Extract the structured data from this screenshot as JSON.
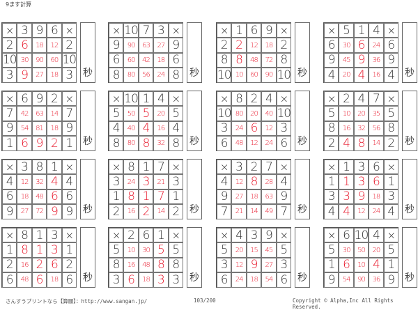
{
  "title": "9ます計算",
  "seconds_label": "秒",
  "times_symbol": "×",
  "colors": {
    "answer": "#e8192c",
    "text": "#333333"
  },
  "blocks": [
    {
      "top": [
        "3",
        "9",
        "6"
      ],
      "left": [
        "2",
        "10",
        "3"
      ],
      "answers": [
        [
          "6",
          "18",
          "12"
        ],
        [
          "30",
          "90",
          "60"
        ],
        [
          "9",
          "27",
          "18"
        ]
      ]
    },
    {
      "top": [
        "10",
        "7",
        "3"
      ],
      "left": [
        "9",
        "6",
        "8"
      ],
      "answers": [
        [
          "90",
          "63",
          "27"
        ],
        [
          "60",
          "42",
          "18"
        ],
        [
          "80",
          "56",
          "24"
        ]
      ]
    },
    {
      "top": [
        "1",
        "6",
        "9"
      ],
      "left": [
        "2",
        "8",
        "10"
      ],
      "answers": [
        [
          "2",
          "12",
          "18"
        ],
        [
          "8",
          "48",
          "72"
        ],
        [
          "10",
          "60",
          "90"
        ]
      ]
    },
    {
      "top": [
        "5",
        "1",
        "4"
      ],
      "left": [
        "6",
        "9",
        "4"
      ],
      "answers": [
        [
          "30",
          "6",
          "24"
        ],
        [
          "45",
          "9",
          "36"
        ],
        [
          "20",
          "4",
          "16"
        ]
      ]
    },
    {
      "top": [
        "6",
        "9",
        "2"
      ],
      "left": [
        "7",
        "9",
        "1"
      ],
      "answers": [
        [
          "42",
          "63",
          "14"
        ],
        [
          "54",
          "81",
          "18"
        ],
        [
          "6",
          "9",
          "2"
        ]
      ]
    },
    {
      "top": [
        "10",
        "1",
        "4"
      ],
      "left": [
        "5",
        "4",
        "8"
      ],
      "answers": [
        [
          "50",
          "5",
          "20"
        ],
        [
          "40",
          "4",
          "16"
        ],
        [
          "80",
          "8",
          "32"
        ]
      ]
    },
    {
      "top": [
        "8",
        "2",
        "4"
      ],
      "left": [
        "10",
        "3",
        "6"
      ],
      "answers": [
        [
          "80",
          "20",
          "40"
        ],
        [
          "24",
          "6",
          "12"
        ],
        [
          "48",
          "12",
          "24"
        ]
      ]
    },
    {
      "top": [
        "2",
        "4",
        "7"
      ],
      "left": [
        "5",
        "8",
        "2"
      ],
      "answers": [
        [
          "10",
          "20",
          "35"
        ],
        [
          "16",
          "32",
          "56"
        ],
        [
          "4",
          "8",
          "14"
        ]
      ]
    },
    {
      "top": [
        "3",
        "8",
        "1"
      ],
      "left": [
        "4",
        "6",
        "9"
      ],
      "answers": [
        [
          "12",
          "32",
          "4"
        ],
        [
          "18",
          "48",
          "6"
        ],
        [
          "27",
          "72",
          "9"
        ]
      ]
    },
    {
      "top": [
        "8",
        "1",
        "7"
      ],
      "left": [
        "3",
        "1",
        "2"
      ],
      "answers": [
        [
          "24",
          "3",
          "21"
        ],
        [
          "8",
          "1",
          "7"
        ],
        [
          "16",
          "2",
          "14"
        ]
      ]
    },
    {
      "top": [
        "3",
        "2",
        "7"
      ],
      "left": [
        "4",
        "9",
        "7"
      ],
      "answers": [
        [
          "12",
          "8",
          "28"
        ],
        [
          "27",
          "18",
          "63"
        ],
        [
          "21",
          "14",
          "49"
        ]
      ]
    },
    {
      "top": [
        "1",
        "3",
        "6"
      ],
      "left": [
        "1",
        "3",
        "4"
      ],
      "answers": [
        [
          "1",
          "3",
          "6"
        ],
        [
          "3",
          "9",
          "18"
        ],
        [
          "4",
          "12",
          "24"
        ]
      ]
    },
    {
      "top": [
        "8",
        "1",
        "3"
      ],
      "left": [
        "1",
        "2",
        "6"
      ],
      "answers": [
        [
          "8",
          "1",
          "3"
        ],
        [
          "16",
          "2",
          "6"
        ],
        [
          "48",
          "6",
          "18"
        ]
      ]
    },
    {
      "top": [
        "2",
        "6",
        "1"
      ],
      "left": [
        "5",
        "8",
        "3"
      ],
      "answers": [
        [
          "10",
          "30",
          "5"
        ],
        [
          "16",
          "48",
          "8"
        ],
        [
          "6",
          "18",
          "3"
        ]
      ]
    },
    {
      "top": [
        "4",
        "3",
        "9"
      ],
      "left": [
        "5",
        "3",
        "6"
      ],
      "answers": [
        [
          "20",
          "15",
          "45"
        ],
        [
          "12",
          "9",
          "27"
        ],
        [
          "24",
          "18",
          "54"
        ]
      ]
    },
    {
      "top": [
        "6",
        "10",
        "4"
      ],
      "left": [
        "5",
        "1",
        "9"
      ],
      "answers": [
        [
          "30",
          "50",
          "20"
        ],
        [
          "6",
          "10",
          "4"
        ],
        [
          "54",
          "90",
          "36"
        ]
      ]
    }
  ],
  "footer": {
    "site": "さんすうプリントなら【算願】：http://www.sangan.jp/",
    "page": "103/200",
    "copyright": "Copyright © Alpha,Inc All Rights Reserved."
  }
}
